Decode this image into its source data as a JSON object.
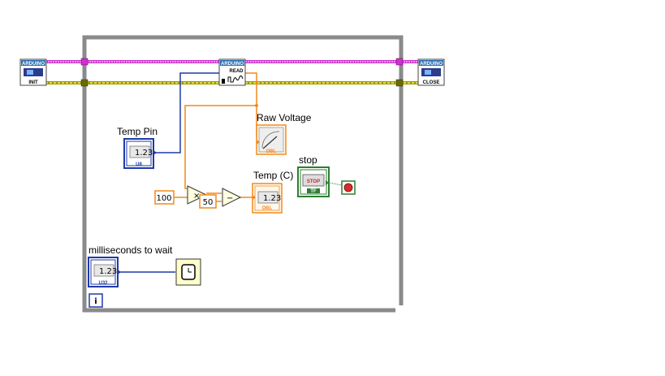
{
  "vi_blocks": {
    "init": {
      "header": "ARDUINO",
      "caption": "INIT"
    },
    "read": {
      "header": "ARDUINO",
      "caption": "READ"
    },
    "close": {
      "header": "ARDUINO",
      "caption": "CLOSE"
    }
  },
  "controls": {
    "temp_pin": {
      "label": "Temp Pin",
      "display": "1.23",
      "type": "U8"
    },
    "ms_wait": {
      "label": "milliseconds to wait",
      "display": "1.23",
      "type": "U32"
    }
  },
  "indicators": {
    "raw_voltage": {
      "label": "Raw Voltage",
      "type": "DBL"
    },
    "temp_c": {
      "label": "Temp (C)",
      "display": "1.23",
      "type": "DBL"
    },
    "stop": {
      "label": "stop",
      "button": "STOP",
      "type": "TF"
    }
  },
  "constants": {
    "c100": "100",
    "c50": "50"
  },
  "operators": {
    "multiply": "×",
    "subtract": "−"
  },
  "loop": {
    "info_glyph": "i"
  },
  "colors": {
    "refnum_wire": "#cc33cc",
    "error_wire": "#9a9a00",
    "integer_wire": "#1f3aa8",
    "double_wire": "#f08a1c",
    "boolean_wire": "#2e7d32",
    "loop_border": "#8a8a8a"
  }
}
